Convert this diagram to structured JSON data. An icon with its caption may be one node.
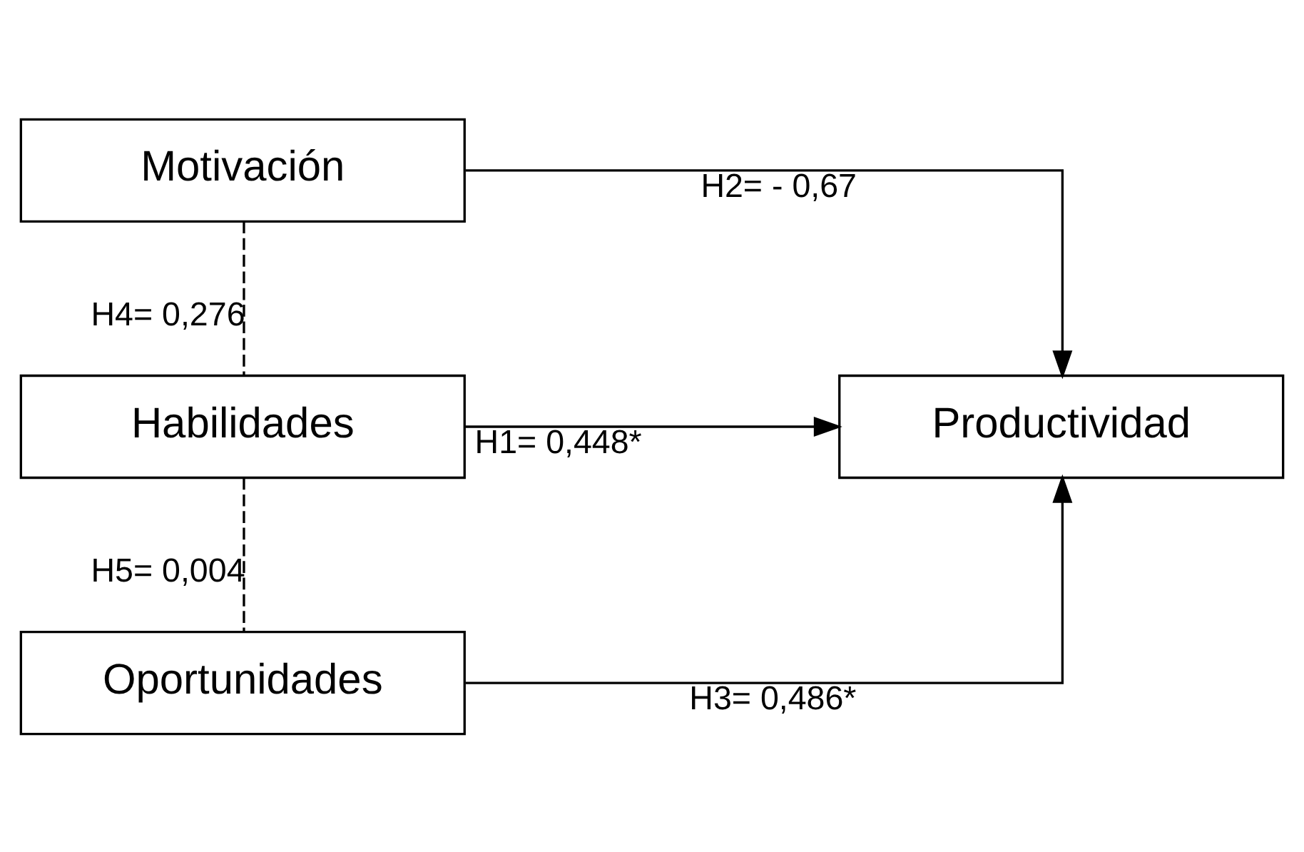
{
  "diagram": {
    "nodes": [
      {
        "text": [
          "Motivación"
        ]
      },
      {
        "text": [
          "Habilidades"
        ]
      },
      {
        "text": [
          "Oportunidades"
        ]
      },
      {
        "text": [
          "Productividad"
        ]
      }
    ],
    "edges": [
      {
        "from": 0,
        "to": 3,
        "arrow": "to",
        "label": "H2= - 0,67"
      },
      {
        "from": 1,
        "to": 3,
        "arrow": "to",
        "label": "H1= 0,448*"
      },
      {
        "from": 2,
        "to": 3,
        "arrow": "to",
        "label": "H3= 0,486*"
      },
      {
        "from": 0,
        "to": 1,
        "arrow": "none",
        "style": "dashed",
        "label": "H4= 0,276"
      },
      {
        "from": 1,
        "to": 2,
        "arrow": "none",
        "style": "dashed",
        "label": "H5= 0,004"
      }
    ]
  }
}
